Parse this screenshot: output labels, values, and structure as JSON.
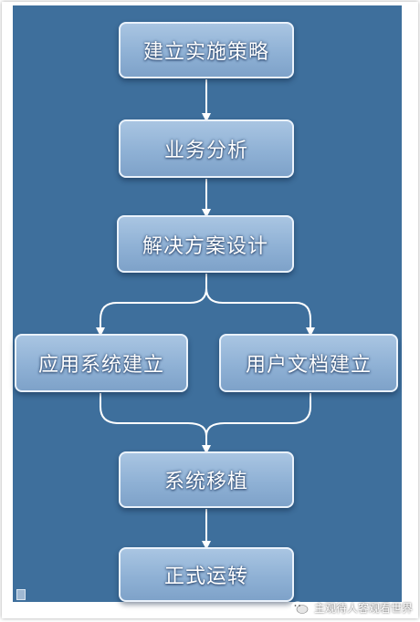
{
  "flowchart": {
    "nodes": [
      {
        "id": "strategy",
        "label": "建立实施策略"
      },
      {
        "id": "business",
        "label": "业务分析"
      },
      {
        "id": "design",
        "label": "解决方案设计"
      },
      {
        "id": "system",
        "label": "应用系统建立"
      },
      {
        "id": "docs",
        "label": "用户文档建立"
      },
      {
        "id": "migration",
        "label": "系统移植"
      },
      {
        "id": "golive",
        "label": "正式运转"
      }
    ],
    "edges": [
      [
        "strategy",
        "business"
      ],
      [
        "business",
        "design"
      ],
      [
        "design",
        "system"
      ],
      [
        "design",
        "docs"
      ],
      [
        "system",
        "migration"
      ],
      [
        "docs",
        "migration"
      ],
      [
        "migration",
        "golive"
      ]
    ]
  },
  "watermark": {
    "icon": "wechat-icon",
    "text": "主观待人客观看世界"
  },
  "colors": {
    "background": "#3e6f9c",
    "node_fill": "#8fb1d5",
    "node_border": "#eaf2fb",
    "connector": "#ffffff"
  }
}
